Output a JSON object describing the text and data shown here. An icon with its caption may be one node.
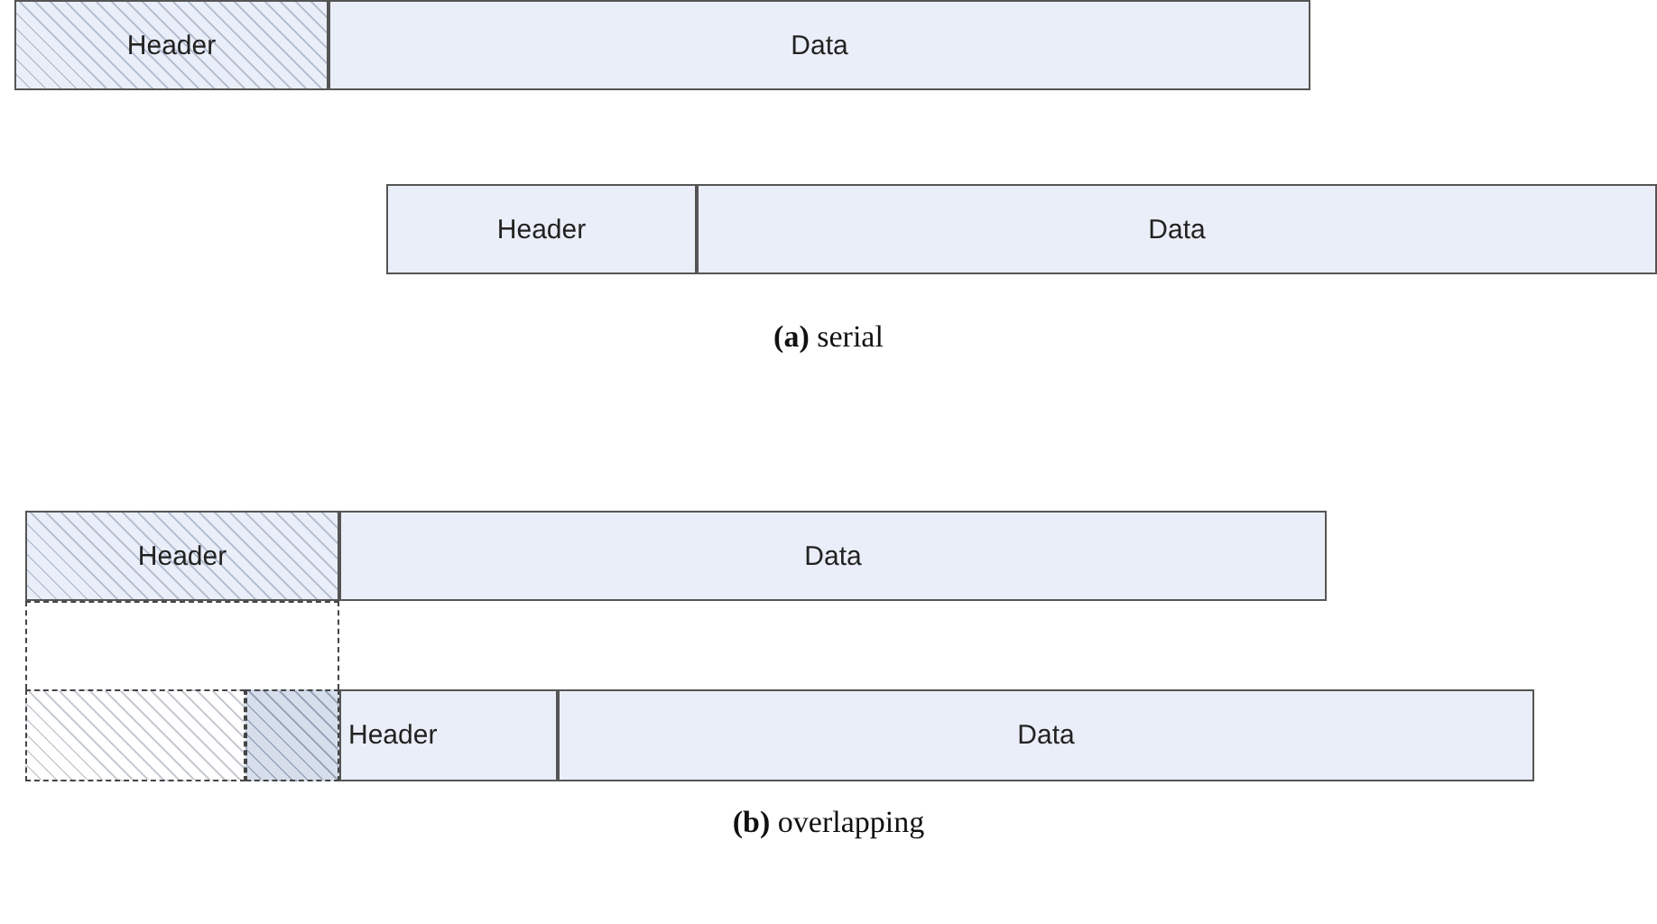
{
  "diagram": {
    "nodes": [
      {
        "text": [
          "Header"
        ]
      },
      {
        "text": [
          "Data"
        ]
      },
      {
        "text": [
          "Header"
        ]
      },
      {
        "text": [
          "Data"
        ]
      },
      {
        "text": [
          "Header"
        ]
      },
      {
        "text": [
          "Data"
        ]
      },
      {
        "text": [],
        "shape": "box"
      },
      {
        "text": [],
        "shape": "box",
        "in": 6
      },
      {
        "text": [],
        "shape": "box",
        "in": 6
      },
      {
        "text": [
          "Header"
        ]
      },
      {
        "text": [
          "Data"
        ]
      }
    ],
    "labels": [
      "**(a)** serial",
      "**(b)** overlapping"
    ]
  }
}
